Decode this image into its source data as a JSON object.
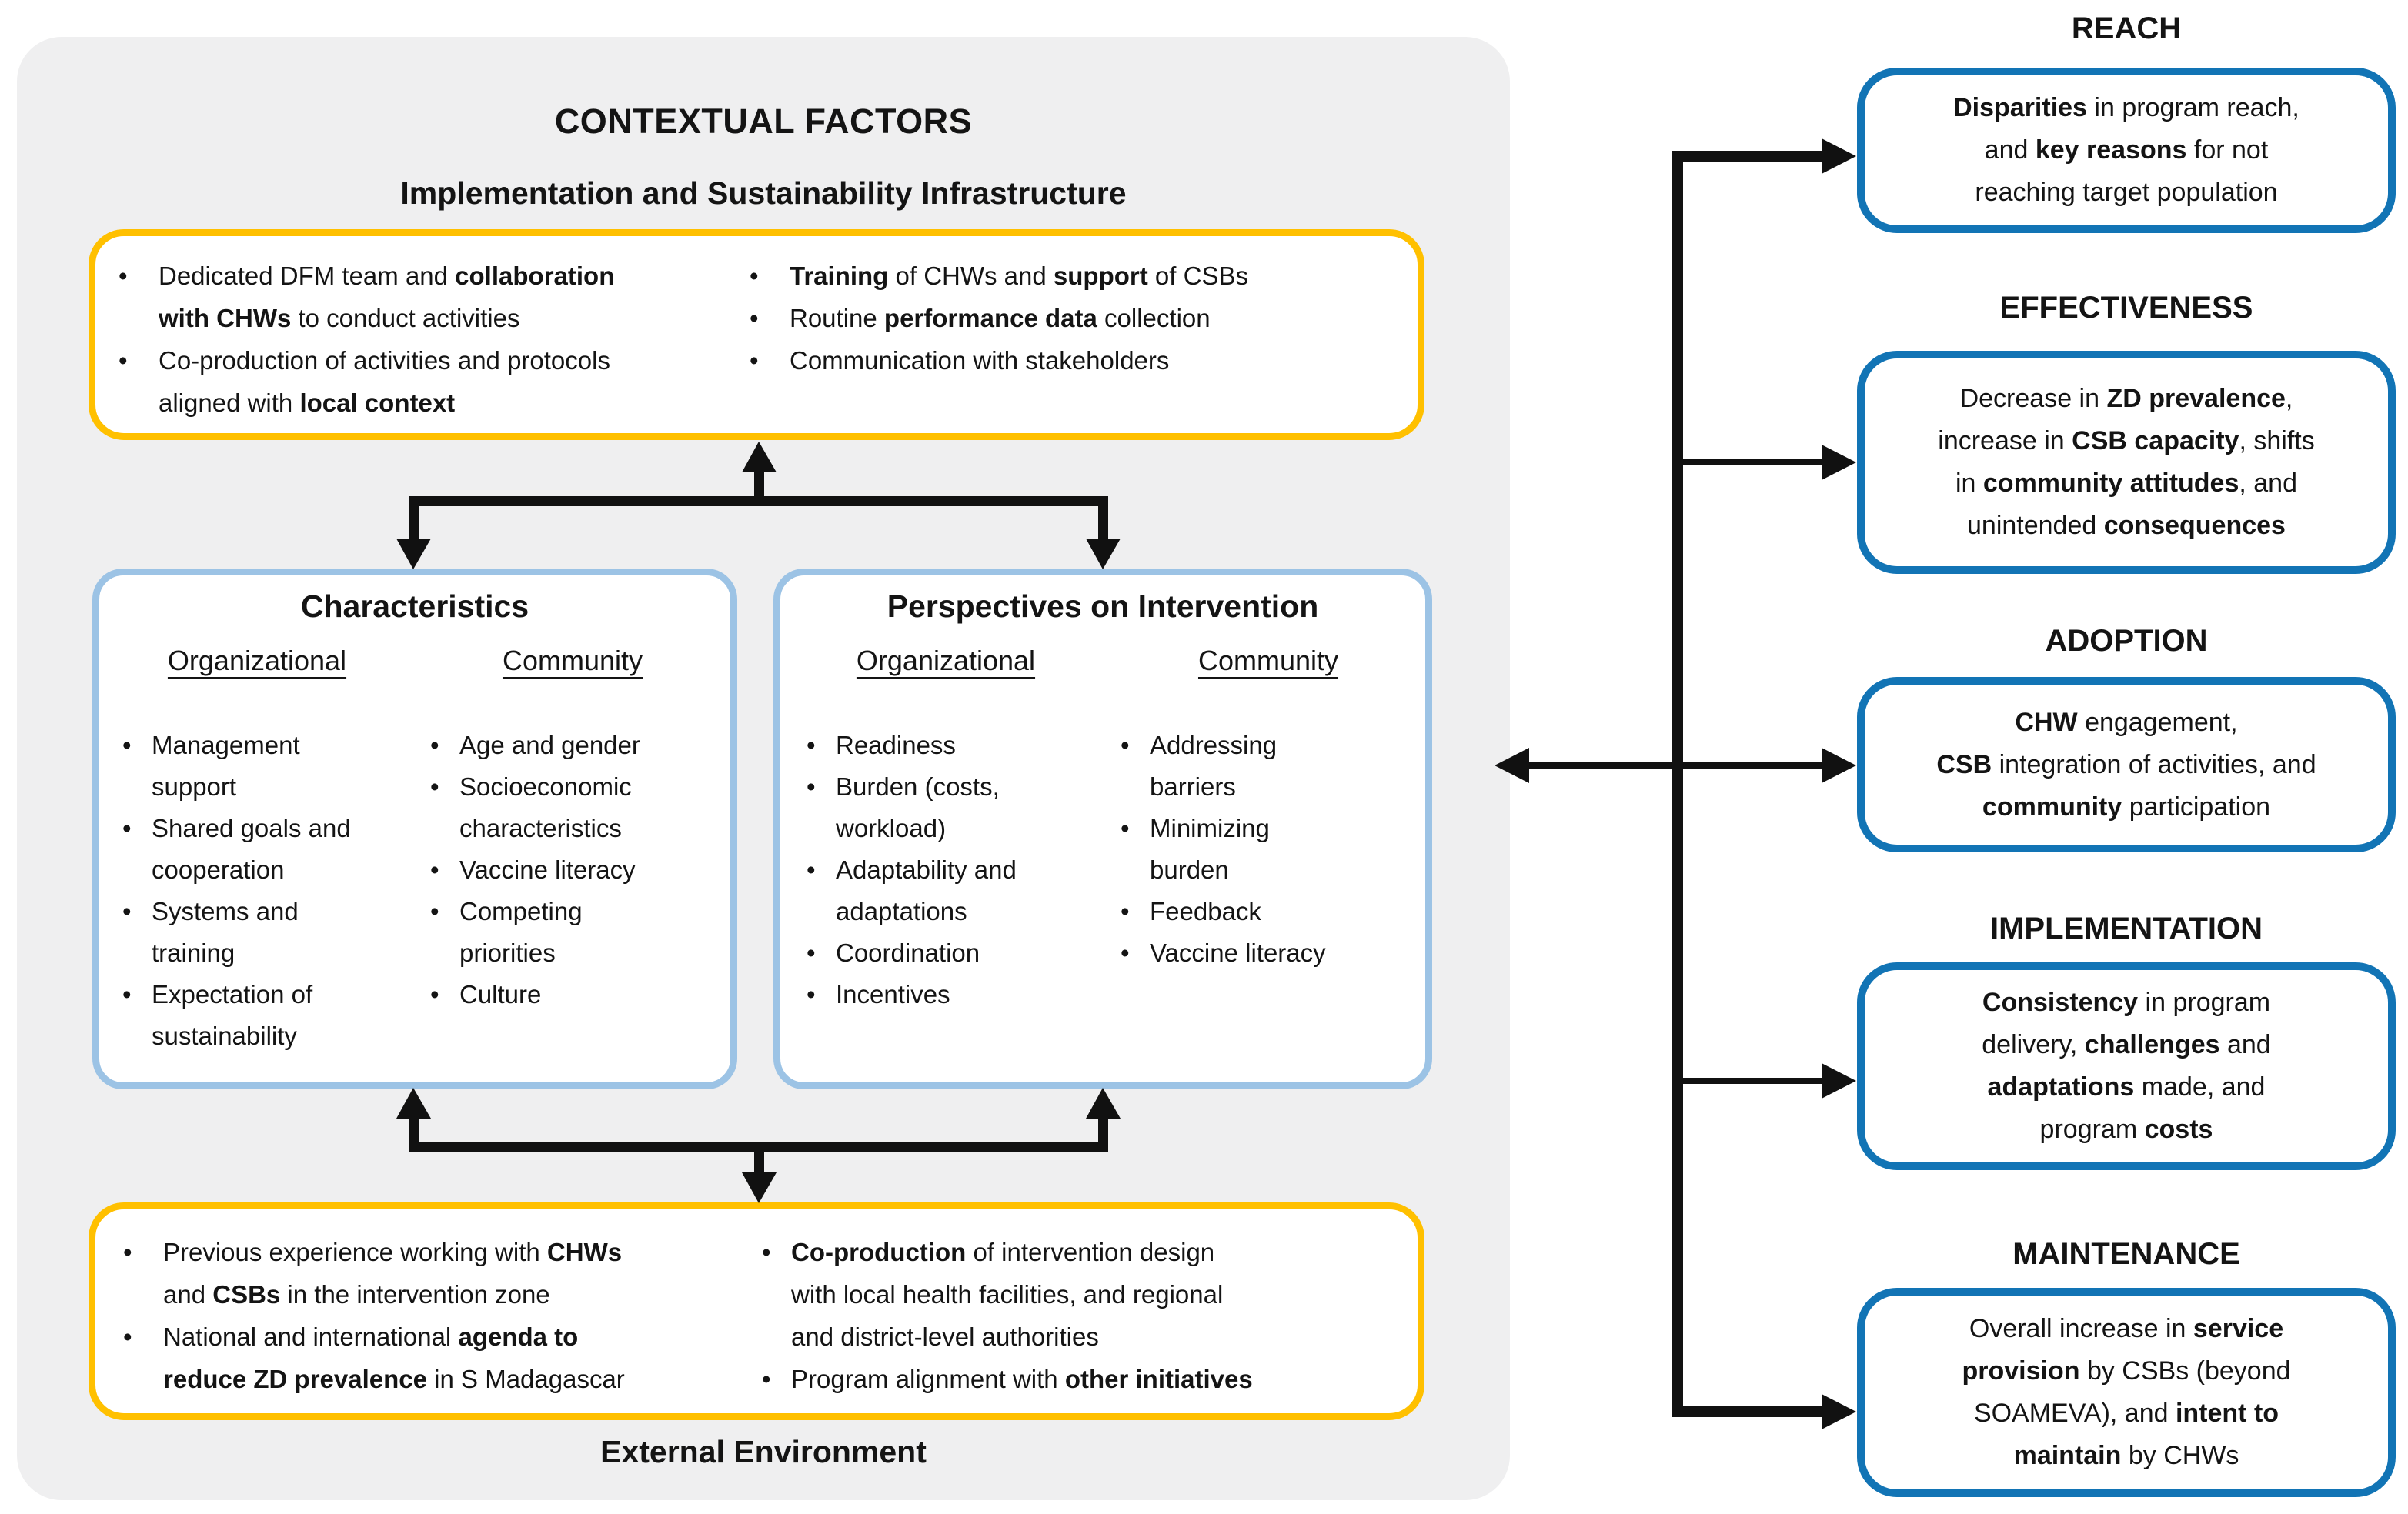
{
  "colors": {
    "panel-gray": "#EFEFF0",
    "accent-yellow": "#FFC000",
    "accent-lightblue": "#9CC3E5",
    "accent-blue": "#1274B5",
    "ink": "#141414"
  },
  "ui": {
    "bullet": "•"
  },
  "contextual": {
    "title": "CONTEXTUAL FACTORS",
    "infrastructure_title": "Implementation and Sustainability Infrastructure",
    "external_title": "External Environment"
  },
  "infrastructure_box": {
    "left_items": [
      [
        {
          "t": "Dedicated DFM team and "
        },
        {
          "t": "collaboration",
          "b": true
        },
        {
          "br": true
        },
        {
          "t": "with CHWs",
          "b": true
        },
        {
          "t": " to conduct activities"
        }
      ],
      [
        {
          "t": "Co-production of activities and protocols"
        },
        {
          "br": true
        },
        {
          "t": "aligned with "
        },
        {
          "t": "local context",
          "b": true
        }
      ]
    ],
    "right_items": [
      [
        {
          "t": "Training",
          "b": true
        },
        {
          "t": " of CHWs and "
        },
        {
          "t": "support",
          "b": true
        },
        {
          "t": " of CSBs"
        }
      ],
      [
        {
          "t": "Routine "
        },
        {
          "t": "performance data",
          "b": true
        },
        {
          "t": " collection"
        }
      ],
      [
        {
          "t": "Communication with stakeholders"
        }
      ]
    ]
  },
  "characteristics_box": {
    "title": "Characteristics",
    "organizational_header": "Organizational",
    "community_header": "Community",
    "organizational_items": [
      [
        {
          "t": "Management"
        },
        {
          "br": true
        },
        {
          "t": "support"
        }
      ],
      [
        {
          "t": "Shared goals and"
        },
        {
          "br": true
        },
        {
          "t": "cooperation"
        }
      ],
      [
        {
          "t": "Systems and"
        },
        {
          "br": true
        },
        {
          "t": "training"
        }
      ],
      [
        {
          "t": "Expectation of"
        },
        {
          "br": true
        },
        {
          "t": "sustainability"
        }
      ]
    ],
    "community_items": [
      [
        {
          "t": "Age and gender"
        }
      ],
      [
        {
          "t": "Socioeconomic"
        },
        {
          "br": true
        },
        {
          "t": "characteristics"
        }
      ],
      [
        {
          "t": "Vaccine literacy"
        }
      ],
      [
        {
          "t": "Competing"
        },
        {
          "br": true
        },
        {
          "t": "priorities"
        }
      ],
      [
        {
          "t": "Culture"
        }
      ]
    ]
  },
  "perspectives_box": {
    "title": "Perspectives on Intervention",
    "organizational_header": "Organizational",
    "community_header": "Community",
    "organizational_items": [
      [
        {
          "t": "Readiness"
        }
      ],
      [
        {
          "t": "Burden (costs,"
        },
        {
          "br": true
        },
        {
          "t": "workload)"
        }
      ],
      [
        {
          "t": "Adaptability and"
        },
        {
          "br": true
        },
        {
          "t": "adaptations"
        }
      ],
      [
        {
          "t": "Coordination"
        }
      ],
      [
        {
          "t": "Incentives"
        }
      ]
    ],
    "community_items": [
      [
        {
          "t": "Addressing"
        },
        {
          "br": true
        },
        {
          "t": "barriers"
        }
      ],
      [
        {
          "t": "Minimizing"
        },
        {
          "br": true
        },
        {
          "t": "burden"
        }
      ],
      [
        {
          "t": "Feedback"
        }
      ],
      [
        {
          "t": "Vaccine literacy"
        }
      ]
    ]
  },
  "external_box": {
    "left_items": [
      [
        {
          "t": "Previous experience working with "
        },
        {
          "t": "CHWs",
          "b": true
        },
        {
          "br": true
        },
        {
          "t": "and "
        },
        {
          "t": "CSBs",
          "b": true
        },
        {
          "t": " in the intervention zone"
        }
      ],
      [
        {
          "t": "National and international "
        },
        {
          "t": "agenda to",
          "b": true
        },
        {
          "br": true
        },
        {
          "t": "reduce ZD prevalence",
          "b": true
        },
        {
          "t": " in S Madagascar"
        }
      ]
    ],
    "right_items": [
      [
        {
          "t": "Co-production",
          "b": true
        },
        {
          "t": " of intervention design"
        },
        {
          "br": true
        },
        {
          "t": "with local health facilities, and regional"
        },
        {
          "br": true
        },
        {
          "t": "and district-level authorities"
        }
      ],
      [
        {
          "t": "Program alignment with "
        },
        {
          "t": "other initiatives",
          "b": true
        }
      ]
    ]
  },
  "outcomes": [
    {
      "header": "REACH",
      "text": [
        {
          "t": "Disparities",
          "b": true
        },
        {
          "t": " in program reach,"
        },
        {
          "br": true
        },
        {
          "t": "and "
        },
        {
          "t": "key reasons",
          "b": true
        },
        {
          "t": " for not"
        },
        {
          "br": true
        },
        {
          "t": "reaching target population"
        }
      ]
    },
    {
      "header": "EFFECTIVENESS",
      "text": [
        {
          "t": "Decrease in "
        },
        {
          "t": "ZD prevalence",
          "b": true
        },
        {
          "t": ","
        },
        {
          "br": true
        },
        {
          "t": "increase in "
        },
        {
          "t": "CSB capacity",
          "b": true
        },
        {
          "t": ", shifts"
        },
        {
          "br": true
        },
        {
          "t": "in "
        },
        {
          "t": "community attitudes",
          "b": true
        },
        {
          "t": ", and"
        },
        {
          "br": true
        },
        {
          "t": "unintended "
        },
        {
          "t": "consequences",
          "b": true
        }
      ]
    },
    {
      "header": "ADOPTION",
      "text": [
        {
          "t": "CHW",
          "b": true
        },
        {
          "t": " engagement,"
        },
        {
          "br": true
        },
        {
          "t": "CSB",
          "b": true
        },
        {
          "t": " integration of activities, and"
        },
        {
          "br": true
        },
        {
          "t": "community",
          "b": true
        },
        {
          "t": " participation"
        }
      ]
    },
    {
      "header": "IMPLEMENTATION",
      "text": [
        {
          "t": "Consistency",
          "b": true
        },
        {
          "t": " in program"
        },
        {
          "br": true
        },
        {
          "t": "delivery, "
        },
        {
          "t": "challenges",
          "b": true
        },
        {
          "t": " and"
        },
        {
          "br": true
        },
        {
          "t": "adaptations",
          "b": true
        },
        {
          "t": " made, and"
        },
        {
          "br": true
        },
        {
          "t": "program "
        },
        {
          "t": "costs",
          "b": true
        }
      ]
    },
    {
      "header": "MAINTENANCE",
      "text": [
        {
          "t": "Overall increase in "
        },
        {
          "t": "service",
          "b": true
        },
        {
          "br": true
        },
        {
          "t": "provision",
          "b": true
        },
        {
          "t": " by CSBs (beyond"
        },
        {
          "br": true
        },
        {
          "t": "SOAMEVA), and "
        },
        {
          "t": "intent to",
          "b": true
        },
        {
          "br": true
        },
        {
          "t": "maintain",
          "b": true
        },
        {
          "t": " by CHWs"
        }
      ]
    }
  ]
}
